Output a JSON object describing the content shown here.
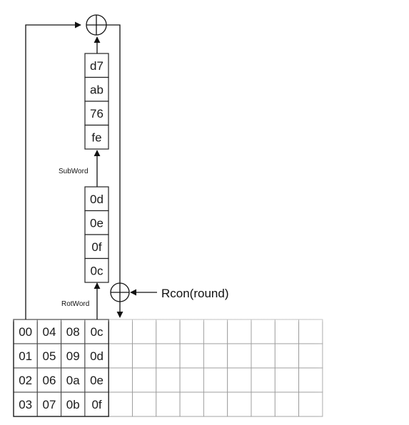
{
  "key_schedule": {
    "rotword_label": "RotWord",
    "subword_label": "SubWord",
    "rcon_label": "Rcon(round)",
    "rotated_column": [
      "0d",
      "0e",
      "0f",
      "0c"
    ],
    "substituted_column": [
      "d7",
      "ab",
      "76",
      "fe"
    ],
    "key_matrix": [
      [
        "00",
        "04",
        "08",
        "0c"
      ],
      [
        "01",
        "05",
        "09",
        "0d"
      ],
      [
        "02",
        "06",
        "0a",
        "0e"
      ],
      [
        "03",
        "07",
        "0b",
        "0f"
      ]
    ],
    "empty_columns": 9,
    "xor_symbol_name": "xor-icon"
  }
}
